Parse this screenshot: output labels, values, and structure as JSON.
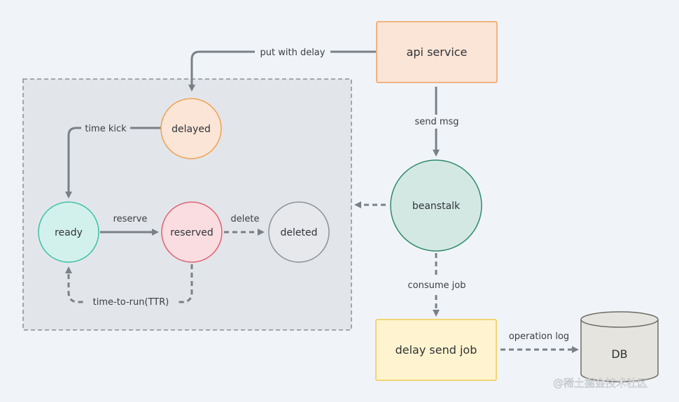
{
  "diagram": {
    "nodes": {
      "api_service": "api service",
      "delayed": "delayed",
      "ready": "ready",
      "reserved": "reserved",
      "deleted": "deleted",
      "beanstalk": "beanstalk",
      "delay_send_job": "delay send job",
      "db": "DB"
    },
    "edges": {
      "put_with_delay": "put with delay",
      "time_kick": "time kick",
      "reserve": "reserve",
      "delete": "delete",
      "ttr": "time-to-run(TTR)",
      "send_msg": "send msg",
      "consume_job": "consume job",
      "operation_log": "operation log"
    },
    "colors": {
      "api_fill": "#fbe5d6",
      "api_stroke": "#f0a060",
      "delayed_fill": "#fbe5d6",
      "delayed_stroke": "#f0a050",
      "ready_fill": "#d3f1ec",
      "ready_stroke": "#3cc0a8",
      "reserved_fill": "#f9dde0",
      "reserved_stroke": "#e06070",
      "deleted_fill": "#e6e8eb",
      "deleted_stroke": "#8c9096",
      "beanstalk_fill": "#d4e8e3",
      "beanstalk_stroke": "#2e8a6a",
      "job_fill": "#fff4cf",
      "job_stroke": "#f0cc50",
      "db_fill": "#e6e4de",
      "db_stroke": "#6e6c66",
      "arrow": "#7a8088"
    }
  },
  "watermark": "@稀土掘金技术社区"
}
